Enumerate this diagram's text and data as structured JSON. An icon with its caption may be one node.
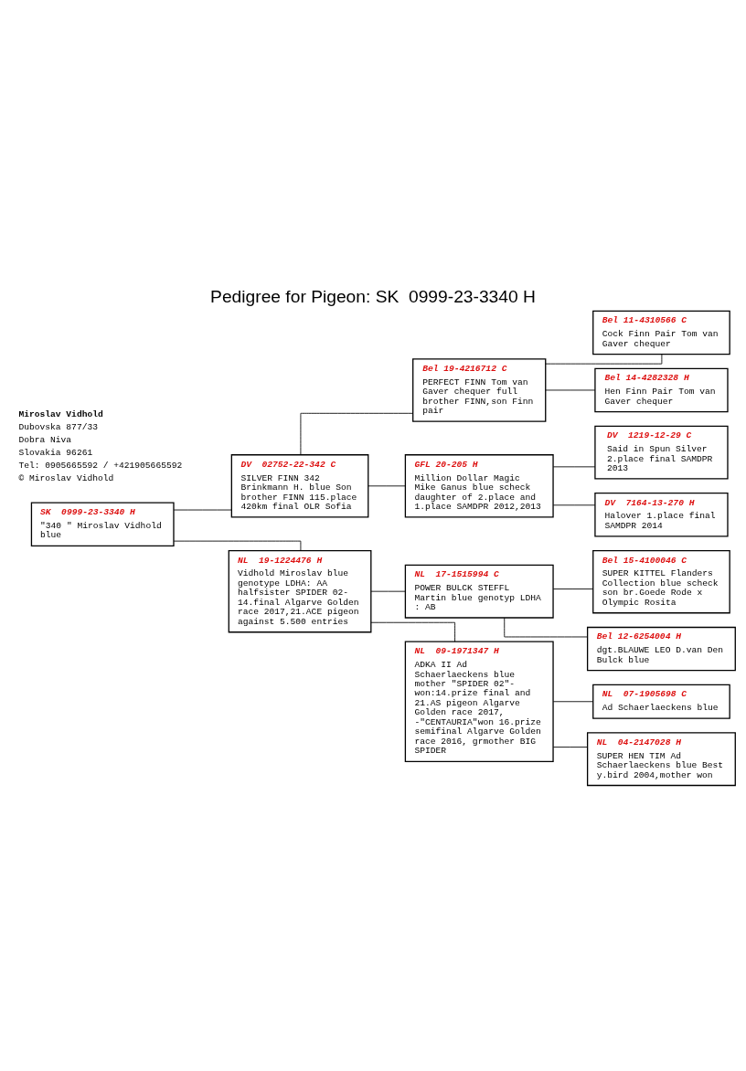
{
  "diagram": {
    "title": "Pedigree for Pigeon: SK  0999-23-3340 H",
    "nodes": [
      {
        "text": [
          "SK  0999-23-3340 H",
          "\"340 \" Miroslav Vidhold blue"
        ]
      },
      {
        "text": [
          "DV  02752-22-342 C",
          "SILVER FINN 342 Brinkmann H. blue Son brother FINN 115.place 420km final OLR Sofia"
        ]
      },
      {
        "text": [
          "NL  19-1224476 H",
          "Vidhold Miroslav blue genotype LDHA: AA halfsister SPIDER 02- 14.final Algarve Golden race 2017,21.ACE pigeon against 5.500 entries"
        ]
      },
      {
        "text": [
          "Bel 19-4216712 C",
          "PERFECT FINN Tom van Gaver chequer full brother FINN,son Finn pair"
        ]
      },
      {
        "text": [
          "GFL 20-205 H",
          "Million Dollar Magic Mike Ganus blue scheck daughter of 2.place and 1.place SAMDPR 2012,2013"
        ]
      },
      {
        "text": [
          "NL  17-1515994 C",
          "POWER BULCK STEFFL Martin blue genotyp LDHA : AB"
        ]
      },
      {
        "text": [
          "NL  09-1971347 H",
          "ADKA II Ad Schaerlaeckens blue mother \"SPIDER 02\"- won:14.prize final and 21.AS pigeon Algarve Golden race 2017, -\"CENTAURIA\"won 16.prize semifinal Algarve Golden race 2016, grmother BIG SPIDER"
        ]
      },
      {
        "text": [
          "Bel 11-4310566 C",
          "Cock Finn Pair Tom van Gaver chequer"
        ]
      },
      {
        "text": [
          "Bel 14-4282328 H",
          "Hen Finn Pair Tom van Gaver chequer"
        ]
      },
      {
        "text": [
          "DV  1219-12-29 C",
          "Said in Spun Silver 2.place final SAMDPR 2013"
        ]
      },
      {
        "text": [
          "DV  7164-13-270 H",
          "Halover 1.place final SAMDPR 2014"
        ]
      },
      {
        "text": [
          "Bel 15-4100046 C",
          "SUPER KITTEL Flanders Collection blue scheck son br.Goede Rode x Olympic Rosita"
        ]
      },
      {
        "text": [
          "Bel 12-6254004 H",
          "dgt.BLAUWE LEO D.van Den Bulck blue"
        ]
      },
      {
        "text": [
          "NL  07-1905698 C",
          "Ad Schaerlaeckens blue"
        ]
      },
      {
        "text": [
          "NL  04-2147028 H",
          "SUPER HEN TIM Ad Schaerlaeckens blue Best y.bird 2004,mother won"
        ]
      }
    ],
    "edges": [
      {
        "from": 0,
        "to": 1,
        "arrow": "none"
      },
      {
        "from": 0,
        "to": 2,
        "arrow": "none"
      },
      {
        "from": 1,
        "to": 3,
        "arrow": "none"
      },
      {
        "from": 1,
        "to": 4,
        "arrow": "none"
      },
      {
        "from": 2,
        "to": 5,
        "arrow": "none"
      },
      {
        "from": 2,
        "to": 6,
        "arrow": "none"
      },
      {
        "from": 3,
        "to": 7,
        "arrow": "none"
      },
      {
        "from": 3,
        "to": 8,
        "arrow": "none"
      },
      {
        "from": 4,
        "to": 9,
        "arrow": "none"
      },
      {
        "from": 4,
        "to": 10,
        "arrow": "none"
      },
      {
        "from": 5,
        "to": 11,
        "arrow": "none"
      },
      {
        "from": 5,
        "to": 12,
        "arrow": "none"
      },
      {
        "from": 6,
        "to": 13,
        "arrow": "none"
      },
      {
        "from": 6,
        "to": 14,
        "arrow": "none"
      }
    ],
    "labels": [
      "Miroslav Vidhold",
      "Dubovska 877/33",
      "Dobra Niva",
      "Slovakia 96261",
      "Tel: 0905665592 / +421905665592",
      "© Miroslav Vidhold"
    ]
  }
}
